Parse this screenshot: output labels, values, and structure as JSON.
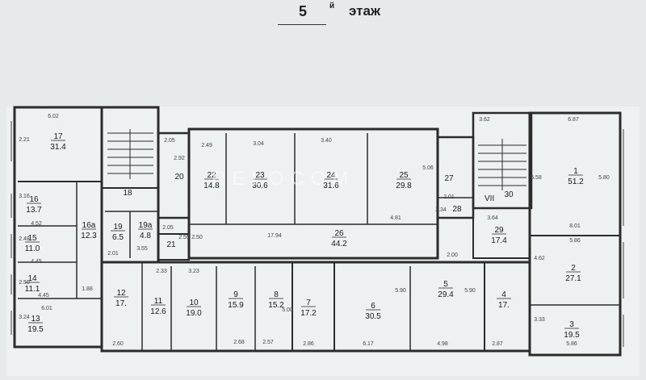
{
  "header": {
    "floor_number": "5",
    "floor_suffix": "й",
    "floor_word": "этаж"
  },
  "watermark": "RELOCOM",
  "stair_label": "VII",
  "colors": {
    "wall": "#2b2b2b",
    "background": "#e6eaea",
    "paper": "#eef1f1"
  },
  "rooms": [
    {
      "id": "1",
      "num": "1",
      "area": "51.2"
    },
    {
      "id": "2",
      "num": "2",
      "area": "27.1"
    },
    {
      "id": "3",
      "num": "3",
      "area": "19.5"
    },
    {
      "id": "4",
      "num": "4",
      "area": "17."
    },
    {
      "id": "5",
      "num": "5",
      "area": "29.4"
    },
    {
      "id": "6",
      "num": "6",
      "area": "30.5"
    },
    {
      "id": "7",
      "num": "7",
      "area": "17.2"
    },
    {
      "id": "8",
      "num": "8",
      "area": "15.2"
    },
    {
      "id": "9",
      "num": "9",
      "area": "15.9"
    },
    {
      "id": "10",
      "num": "10",
      "area": "19.0"
    },
    {
      "id": "11",
      "num": "11",
      "area": "12.6"
    },
    {
      "id": "12",
      "num": "12",
      "area": "17."
    },
    {
      "id": "13",
      "num": "13",
      "area": "19.5"
    },
    {
      "id": "14",
      "num": "14",
      "area": "11.1"
    },
    {
      "id": "15",
      "num": "15",
      "area": "11.0"
    },
    {
      "id": "16",
      "num": "16",
      "area": "13.7"
    },
    {
      "id": "16a",
      "num": "16а",
      "area": "12.3"
    },
    {
      "id": "17",
      "num": "17",
      "area": "31.4"
    },
    {
      "id": "18",
      "num": "18",
      "area": ""
    },
    {
      "id": "19",
      "num": "19",
      "area": "6.5"
    },
    {
      "id": "19a",
      "num": "19а",
      "area": "4.8"
    },
    {
      "id": "20",
      "num": "20",
      "area": ""
    },
    {
      "id": "21",
      "num": "21",
      "area": ""
    },
    {
      "id": "22",
      "num": "22",
      "area": "14.8"
    },
    {
      "id": "23",
      "num": "23",
      "area": "30.6"
    },
    {
      "id": "24",
      "num": "24",
      "area": "31.6"
    },
    {
      "id": "25",
      "num": "25",
      "area": "29.8"
    },
    {
      "id": "26",
      "num": "26",
      "area": "44.2"
    },
    {
      "id": "27",
      "num": "27",
      "area": ""
    },
    {
      "id": "28",
      "num": "28",
      "area": ""
    },
    {
      "id": "29",
      "num": "29",
      "area": "17.4"
    },
    {
      "id": "30",
      "num": "30",
      "area": ""
    }
  ],
  "dimensions": [
    "6.02",
    "2.21",
    "3.16",
    "4.52",
    "2.48",
    "4.45",
    "2.50",
    "4.45",
    "1.88",
    "3.24",
    "6.01",
    "2.01",
    "3.55",
    "2.05",
    "2.92",
    "2.05",
    "2.55",
    "2.50",
    "2.49",
    "3.04",
    "3.40",
    "17.94",
    "2.33",
    "3.23",
    "2.68",
    "2.57",
    "2.86",
    "5.00",
    "5.90",
    "5.90",
    "6.17",
    "4.98",
    "2.60",
    "2.87",
    "3.62",
    "6.87",
    "5.58",
    "5.80",
    "2.01",
    "2.34",
    "3.64",
    "8.01",
    "5.86",
    "4.62",
    "3.33",
    "5.86",
    "2.00",
    "5.06",
    "4.81"
  ]
}
